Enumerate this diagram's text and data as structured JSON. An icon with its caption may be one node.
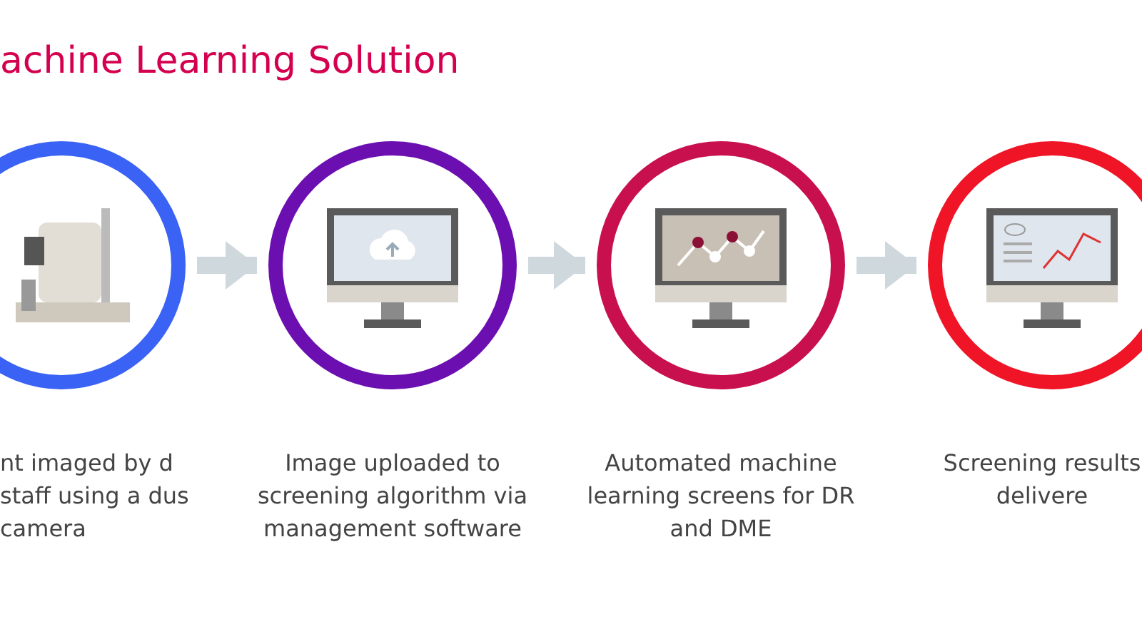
{
  "diagram": {
    "title": "achine Learning Solution",
    "nodes": [
      {
        "text": [],
        "shape": "circle",
        "beside": [
          "nt imaged by d staff using a dus camera"
        ]
      },
      {
        "text": [],
        "shape": "circle",
        "beside": [
          "Image uploaded to screening algorithm via management software"
        ]
      },
      {
        "text": [],
        "shape": "circle",
        "beside": [
          "Automated machine learning screens for DR and DME"
        ]
      },
      {
        "text": [],
        "shape": "circle",
        "beside": [
          "Screening results delivere"
        ]
      }
    ],
    "edges": [
      {
        "from": 0,
        "to": 1,
        "arrow": "to"
      },
      {
        "from": 1,
        "to": 2,
        "arrow": "to"
      },
      {
        "from": 2,
        "to": 3,
        "arrow": "to"
      }
    ]
  }
}
